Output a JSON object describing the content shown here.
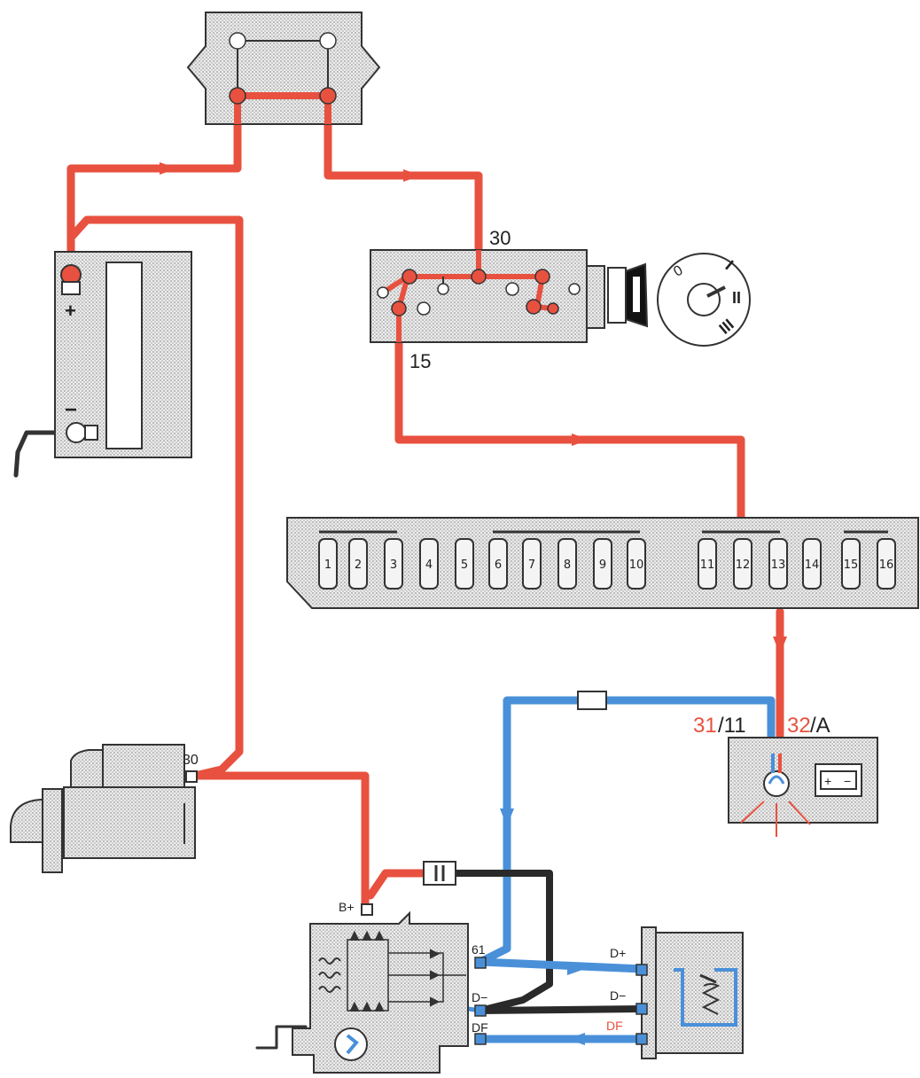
{
  "labels": {
    "terminal_30_switch": "30",
    "terminal_15": "15",
    "terminal_30_starter": "30",
    "battery_plus": "+",
    "battery_minus": "−",
    "terminal_31": "31",
    "terminal_11": "/11",
    "terminal_32": "32",
    "terminal_A": "/A",
    "alt_B_plus": "B+",
    "alt_61": "61",
    "alt_D_minus": "D−",
    "alt_DF": "DF",
    "reg_D_plus": "D+",
    "reg_D_minus": "D−",
    "reg_DF": "DF"
  },
  "ignition_positions": {
    "pos_0": "0",
    "pos_1": "I",
    "pos_2": "II",
    "pos_3": "III"
  },
  "fuses": [
    "1",
    "2",
    "3",
    "4",
    "5",
    "6",
    "7",
    "8",
    "9",
    "10",
    "11",
    "12",
    "13",
    "14",
    "15",
    "16"
  ],
  "colors": {
    "supply_wire": "#e8513f",
    "field_wire": "#4a90d9",
    "ground_wire": "#2a2a2a"
  }
}
